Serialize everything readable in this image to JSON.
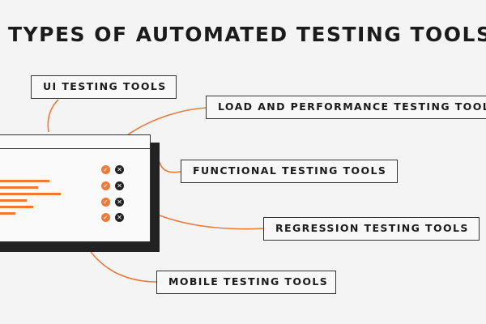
{
  "title": "TYPES OF AUTOMATED TESTING TOOLS",
  "labels": {
    "ui": "UI TESTING TOOLS",
    "load": "LOAD AND PERFORMANCE TESTING TOOLS",
    "functional": "FUNCTIONAL TESTING TOOLS",
    "regression": "REGRESSION TESTING TOOLS",
    "mobile": "MOBILE TESTING TOOLS"
  },
  "colors": {
    "accent": "#ee7a3a",
    "dark": "#222222",
    "background": "#f4f4f4"
  },
  "icons": {
    "check": "check-icon",
    "cross": "cross-icon"
  }
}
